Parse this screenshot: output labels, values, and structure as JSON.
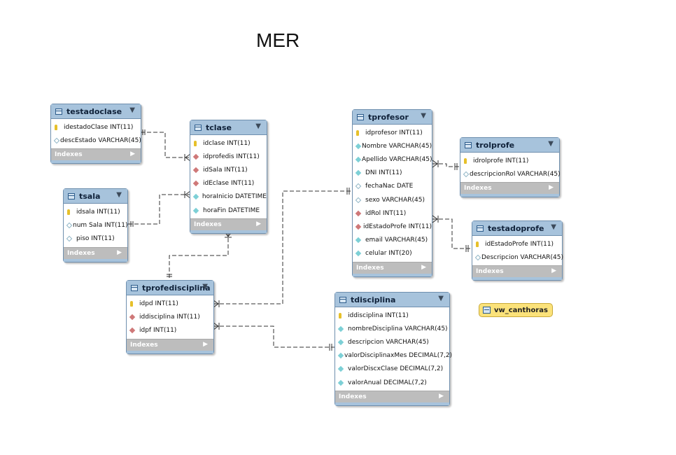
{
  "diagram": {
    "title": "MER",
    "indexes_label": "Indexes",
    "view_name": "vw_canthoras"
  },
  "tables": [
    {
      "id": "testadoclase",
      "name": "testadoclase",
      "columns": [
        {
          "text": "idestadoClase INT(11)",
          "icon": "primary-key-icon"
        },
        {
          "text": "descEstado VARCHAR(45)",
          "icon": "nullable-column-icon"
        }
      ]
    },
    {
      "id": "tclase",
      "name": "tclase",
      "columns": [
        {
          "text": "idclase INT(11)",
          "icon": "primary-key-icon"
        },
        {
          "text": "idprofedis INT(11)",
          "icon": "foreign-key-icon"
        },
        {
          "text": "idSala INT(11)",
          "icon": "foreign-key-icon"
        },
        {
          "text": "idEclase INT(11)",
          "icon": "foreign-key-icon"
        },
        {
          "text": "horaInicio DATETIME",
          "icon": "not-null-column-icon"
        },
        {
          "text": "horaFin DATETIME",
          "icon": "not-null-column-icon"
        }
      ]
    },
    {
      "id": "tsala",
      "name": "tsala",
      "columns": [
        {
          "text": "idsala INT(11)",
          "icon": "primary-key-icon"
        },
        {
          "text": "num Sala INT(11)",
          "icon": "nullable-column-icon"
        },
        {
          "text": "piso INT(11)",
          "icon": "nullable-column-icon"
        }
      ]
    },
    {
      "id": "tprofesor",
      "name": "tprofesor",
      "columns": [
        {
          "text": "idprofesor INT(11)",
          "icon": "primary-key-icon"
        },
        {
          "text": "Nombre VARCHAR(45)",
          "icon": "not-null-column-icon"
        },
        {
          "text": "Apellido VARCHAR(45)",
          "icon": "not-null-column-icon"
        },
        {
          "text": "DNI INT(11)",
          "icon": "not-null-column-icon"
        },
        {
          "text": "fechaNac DATE",
          "icon": "nullable-column-icon"
        },
        {
          "text": "sexo VARCHAR(45)",
          "icon": "nullable-column-icon"
        },
        {
          "text": "idRol INT(11)",
          "icon": "foreign-key-icon"
        },
        {
          "text": "idEstadoProfe INT(11)",
          "icon": "foreign-key-icon"
        },
        {
          "text": "email VARCHAR(45)",
          "icon": "not-null-column-icon"
        },
        {
          "text": "celular INT(20)",
          "icon": "not-null-column-icon"
        }
      ]
    },
    {
      "id": "trolprofe",
      "name": "trolprofe",
      "columns": [
        {
          "text": "idrolprofe INT(11)",
          "icon": "primary-key-icon"
        },
        {
          "text": "descripcionRol VARCHAR(45)",
          "icon": "nullable-column-icon"
        }
      ]
    },
    {
      "id": "testadoprofe",
      "name": "testadoprofe",
      "columns": [
        {
          "text": "idEstadoProfe INT(11)",
          "icon": "primary-key-icon"
        },
        {
          "text": "Descripcion VARCHAR(45)",
          "icon": "nullable-column-icon"
        }
      ]
    },
    {
      "id": "tprofedisciplina",
      "name": "tprofedisciplina",
      "columns": [
        {
          "text": "idpd INT(11)",
          "icon": "primary-key-icon"
        },
        {
          "text": "iddisciplina INT(11)",
          "icon": "foreign-key-icon"
        },
        {
          "text": "idpf INT(11)",
          "icon": "foreign-key-icon"
        }
      ]
    },
    {
      "id": "tdisciplina",
      "name": "tdisciplina",
      "columns": [
        {
          "text": "iddisciplina INT(11)",
          "icon": "primary-key-icon"
        },
        {
          "text": "nombreDisciplina VARCHAR(45)",
          "icon": "not-null-column-icon"
        },
        {
          "text": "descripcion VARCHAR(45)",
          "icon": "not-null-column-icon"
        },
        {
          "text": "valorDisciplinaxMes DECIMAL(7,2)",
          "icon": "not-null-column-icon"
        },
        {
          "text": "valorDiscxClase DECIMAL(7,2)",
          "icon": "not-null-column-icon"
        },
        {
          "text": "valorAnual DECIMAL(7,2)",
          "icon": "not-null-column-icon"
        }
      ]
    }
  ],
  "relationships": [
    {
      "from": "tclase",
      "to": "testadoclase"
    },
    {
      "from": "tclase",
      "to": "tsala"
    },
    {
      "from": "tclase",
      "to": "tprofedisciplina"
    },
    {
      "from": "tprofedisciplina",
      "to": "tprofesor"
    },
    {
      "from": "tprofedisciplina",
      "to": "tdisciplina"
    },
    {
      "from": "tprofesor",
      "to": "trolprofe"
    },
    {
      "from": "tprofesor",
      "to": "testadoprofe"
    }
  ]
}
